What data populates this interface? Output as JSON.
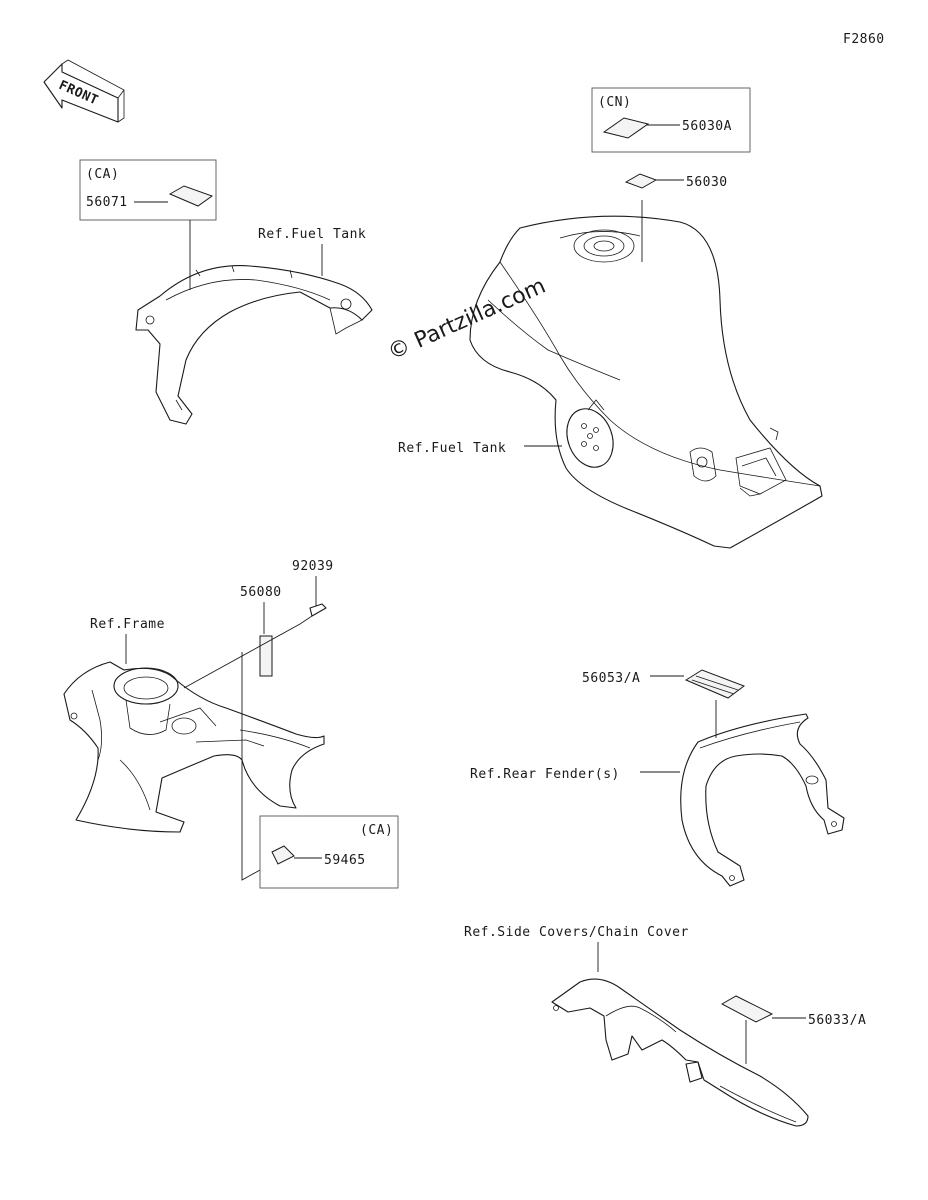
{
  "figure_code": "F2860",
  "front_arrow_label": "FRONT",
  "watermark": "© Partzilla.com",
  "labels": {
    "ca_top": "(CA)",
    "part_56071": "56071",
    "ref_fuel_tank_top": "Ref.Fuel Tank",
    "cn": "(CN)",
    "part_56030A": "56030A",
    "part_56030": "56030",
    "ref_fuel_tank_right": "Ref.Fuel Tank",
    "part_92039": "92039",
    "part_56080": "56080",
    "ref_frame": "Ref.Frame",
    "ca_bottom": "(CA)",
    "part_59465": "59465",
    "part_56053A": "56053/A",
    "ref_rear_fender": "Ref.Rear Fender(s)",
    "ref_side_covers": "Ref.Side Covers/Chain Cover",
    "part_56033A": "56033/A"
  }
}
